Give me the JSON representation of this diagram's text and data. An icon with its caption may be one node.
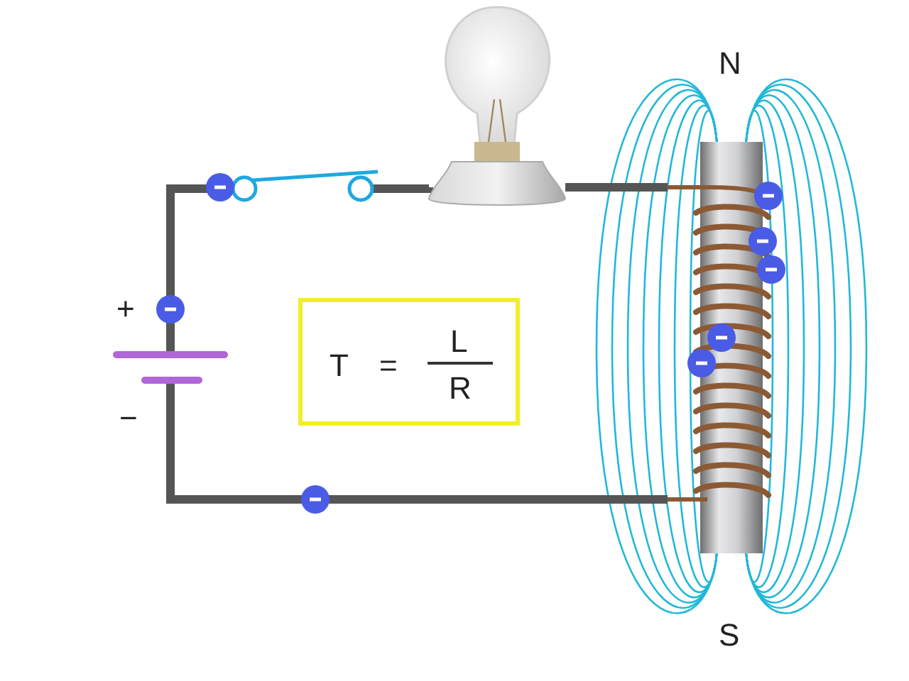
{
  "diagram": {
    "nodes": [
      {
        "text": [],
        "shape": "switch"
      },
      {
        "text": [],
        "shape": "bulb"
      },
      {
        "text": [],
        "shape": "coil"
      },
      {
        "text": [],
        "shape": "battery"
      },
      {
        "text": [
          "T",
          "=",
          "L",
          "R"
        ]
      }
    ],
    "edges": [
      {
        "from": 3,
        "to": 0,
        "arrow": "none"
      },
      {
        "from": 0,
        "to": 1,
        "arrow": "none"
      },
      {
        "from": 1,
        "to": 2,
        "arrow": "none"
      },
      {
        "from": 2,
        "to": 3,
        "arrow": "none"
      }
    ],
    "labels": [
      "+",
      "−",
      "N",
      "S"
    ]
  }
}
